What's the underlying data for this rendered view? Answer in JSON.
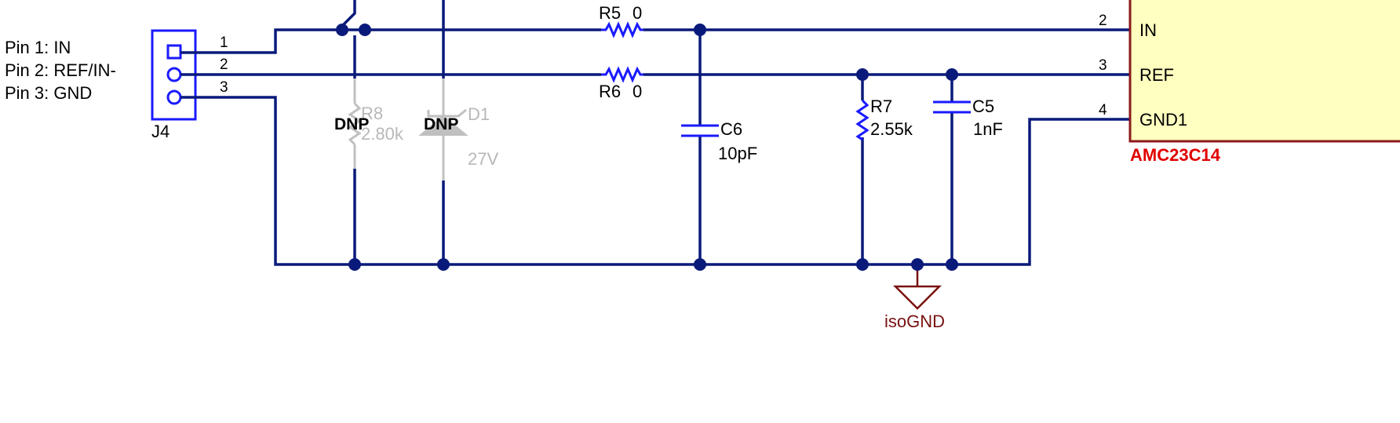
{
  "header_notes": {
    "pin1": "Pin 1: IN",
    "pin2": "Pin 2: REF/IN-",
    "pin3": "Pin 3: GND"
  },
  "connector": {
    "ref": "J4",
    "pins": [
      "1",
      "2",
      "3"
    ]
  },
  "resistors": {
    "r5": {
      "ref": "R5",
      "value": "0"
    },
    "r6": {
      "ref": "R6",
      "value": "0"
    },
    "r7": {
      "ref": "R7",
      "value": "2.55k"
    },
    "r8": {
      "ref": "R8",
      "value": "2.80k",
      "dnp": "DNP"
    }
  },
  "diode": {
    "ref": "D1",
    "value": "27V",
    "dnp": "DNP"
  },
  "capacitors": {
    "c5": {
      "ref": "C5",
      "value": "1nF"
    },
    "c6": {
      "ref": "C6",
      "value": "10pF"
    }
  },
  "ground": {
    "label": "isoGND"
  },
  "ic": {
    "name": "AMC23C14",
    "pins": [
      {
        "num": "2",
        "name": "IN"
      },
      {
        "num": "3",
        "name": "REF"
      },
      {
        "num": "4",
        "name": "GND1"
      }
    ]
  },
  "colors": {
    "wire": "#0a1a7a",
    "component": "#1a1aff",
    "dnp_component": "#c0c0c0",
    "ground": "#7a1010",
    "ic_fill": "#ffffc0",
    "ic_border": "#8b1a1a",
    "ic_name": "#e00000"
  }
}
